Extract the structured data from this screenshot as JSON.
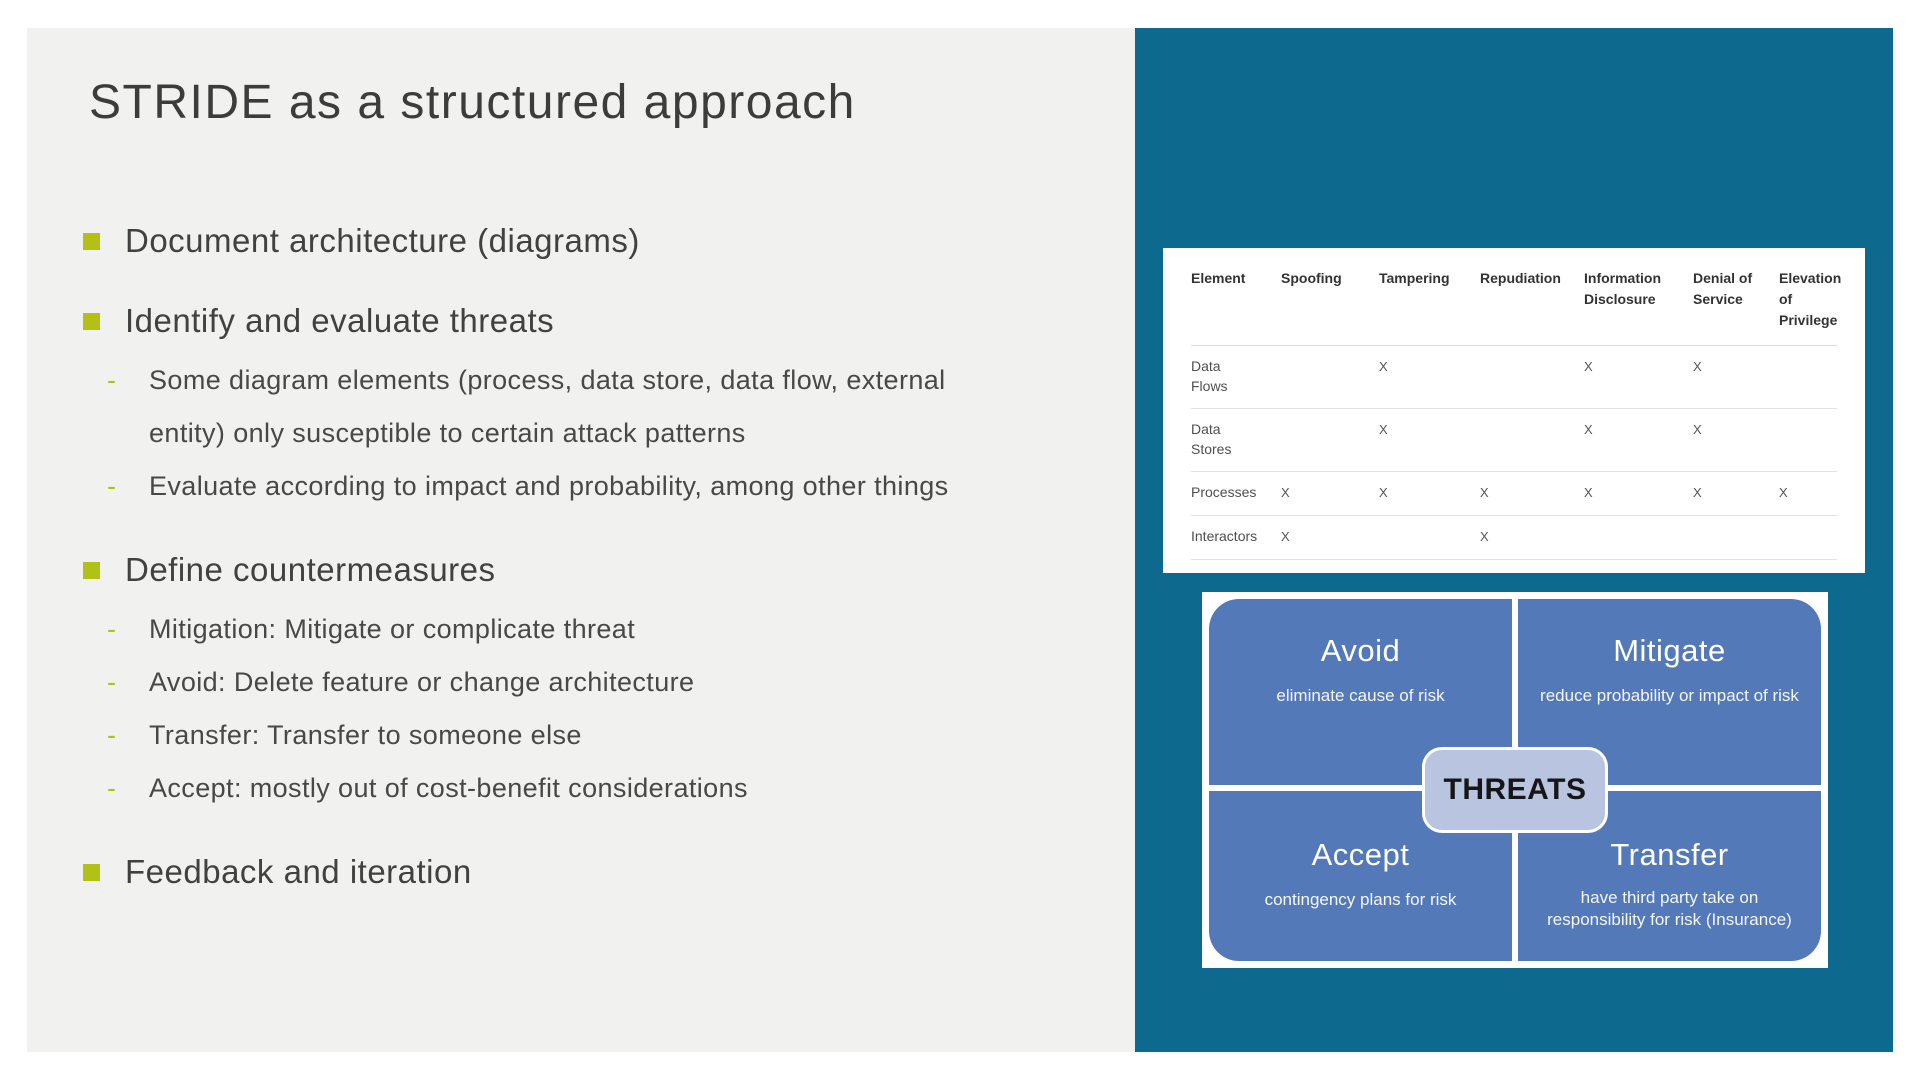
{
  "slide": {
    "title": "STRIDE as a structured approach",
    "bullets": [
      {
        "label": "Document architecture (diagrams)",
        "sub": []
      },
      {
        "label": "Identify and evaluate threats",
        "sub": [
          "Some diagram elements (process, data store, data flow, external entity) only susceptible to certain attack patterns",
          "Evaluate according to impact and probability, among other things"
        ]
      },
      {
        "label": "Define countermeasures",
        "sub": [
          "Mitigation: Mitigate or complicate threat",
          "Avoid: Delete feature or change architecture",
          "Transfer: Transfer to someone else",
          "Accept: mostly out of cost-benefit considerations"
        ]
      },
      {
        "label": "Feedback and iteration",
        "sub": []
      }
    ]
  },
  "stride_table": {
    "columns": [
      "Element",
      "Spoofing",
      "Tampering",
      "Repudiation",
      "Information Disclosure",
      "Denial of Service",
      "Elevation of Privilege"
    ],
    "rows": [
      {
        "element": "Data Flows",
        "marks": [
          "",
          "X",
          "",
          "X",
          "X",
          ""
        ]
      },
      {
        "element": "Data Stores",
        "marks": [
          "",
          "X",
          "",
          "X",
          "X",
          ""
        ]
      },
      {
        "element": "Processes",
        "marks": [
          "X",
          "X",
          "X",
          "X",
          "X",
          "X"
        ]
      },
      {
        "element": "Interactors",
        "marks": [
          "X",
          "",
          "X",
          "",
          "",
          ""
        ]
      }
    ]
  },
  "quadrant_chart": {
    "center_label": "THREATS",
    "quadrants": [
      {
        "title": "Avoid",
        "description": "eliminate cause of risk"
      },
      {
        "title": "Mitigate",
        "description": "reduce probability or impact of risk"
      },
      {
        "title": "Accept",
        "description": "contingency plans for risk"
      },
      {
        "title": "Transfer",
        "description": "have third party take on responsibility for risk (Insurance)"
      }
    ]
  },
  "colors": {
    "panel_teal": "#0d6a8e",
    "content_bg": "#f1f1ef",
    "bullet_lime": "#b2c116",
    "quadrant_blue": "#5479b8",
    "threats_fill": "#b9c4e0",
    "text_dark": "#3c3c3c"
  }
}
